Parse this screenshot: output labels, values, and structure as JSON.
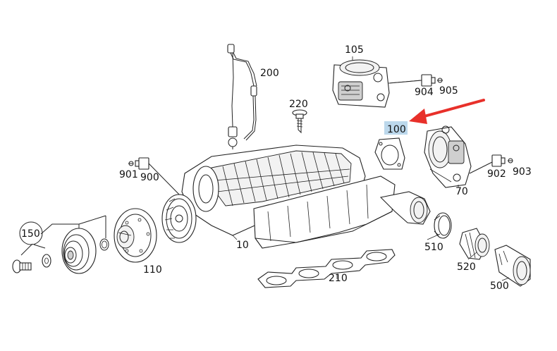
{
  "diagram": {
    "labels": {
      "p105": "105",
      "p200": "200",
      "p904": "904",
      "p905": "905",
      "p220": "220",
      "p100": "100",
      "p901": "901",
      "p900": "900",
      "p902": "902",
      "p903": "903",
      "p70": "70",
      "p150": "150",
      "p10": "10",
      "p510": "510",
      "p110": "110",
      "p520": "520",
      "p210": "210",
      "p500": "500"
    },
    "highlighted_part": "100",
    "colors": {
      "highlight": "#bcd8ec",
      "arrow": "#e8302a",
      "line": "#222222"
    }
  }
}
